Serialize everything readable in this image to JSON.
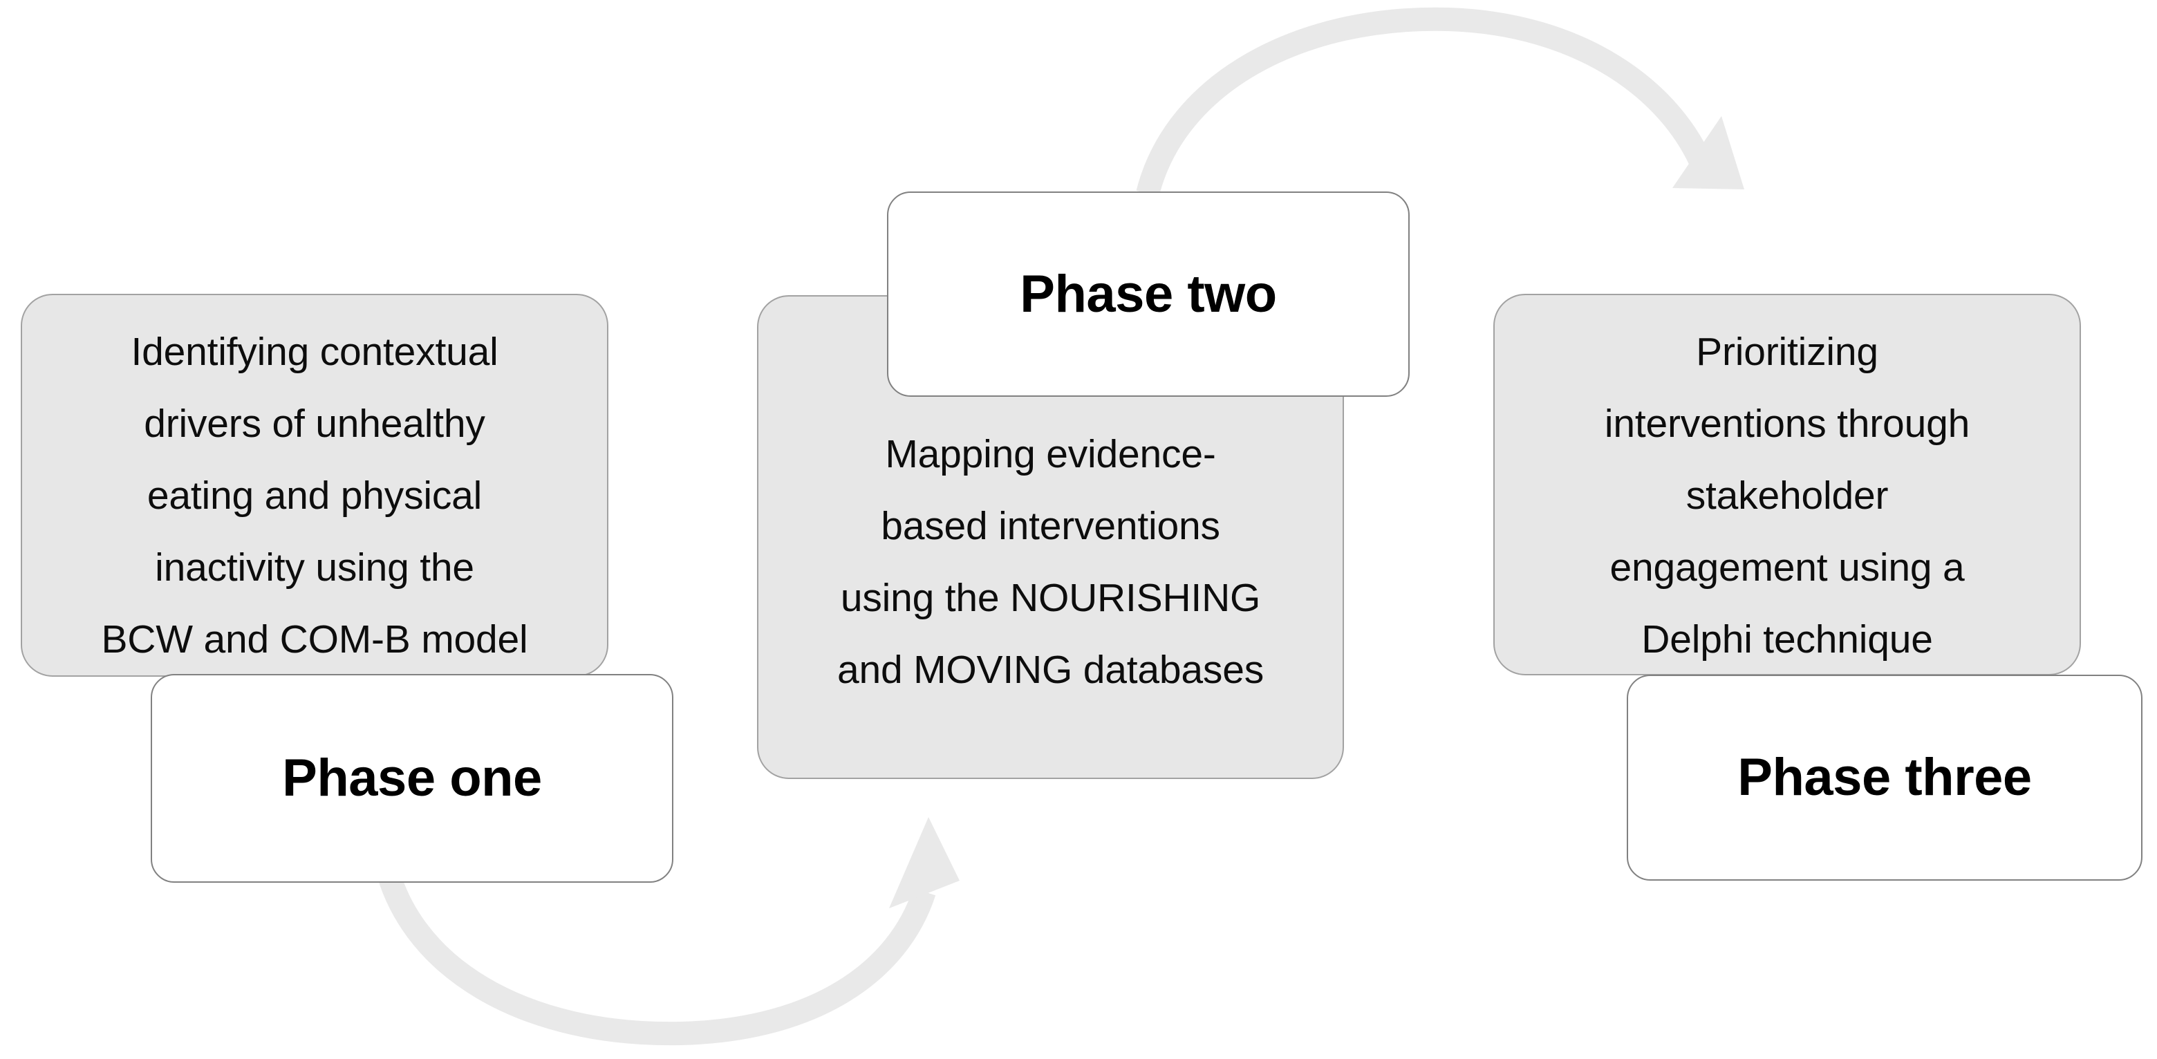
{
  "diagram": {
    "title": "Three-phase study design flow",
    "background_color": "#ffffff",
    "body_fill": "#e7e7e7",
    "body_border": "#a2a2a2",
    "label_fill": "#ffffff",
    "label_border": "#818181",
    "arrow_color": "#e9e9e9",
    "text_color": "#0d0d0d"
  },
  "phases": [
    {
      "id": "one",
      "label": "Phase one",
      "body": "Identifying contextual drivers of unhealthy eating and physical inactivity using the BCW and COM-B model",
      "body_lines": [
        "Identifying contextual",
        "drivers of unhealthy",
        "eating and physical",
        "inactivity using the",
        "BCW and COM-B model"
      ]
    },
    {
      "id": "two",
      "label": "Phase two",
      "body": "Mapping evidence-based interventions using the NOURISHING and MOVING databases",
      "body_lines": [
        "Mapping evidence-",
        "based interventions",
        "using the NOURISHING",
        "and MOVING databases"
      ]
    },
    {
      "id": "three",
      "label": "Phase three",
      "body": "Prioritizing interventions through stakeholder engagement using a Delphi technique",
      "body_lines": [
        "Prioritizing",
        "interventions through",
        "stakeholder",
        "engagement using a",
        "Delphi technique"
      ]
    }
  ],
  "arrows": [
    {
      "id": "one-to-two",
      "name": "arrow-phase-one-to-phase-two",
      "from": "Phase one",
      "to": "Phase two",
      "direction": "curve-below-left-to-right"
    },
    {
      "id": "two-to-three",
      "name": "arrow-phase-two-to-phase-three",
      "from": "Phase two",
      "to": "Phase three",
      "direction": "curve-above-left-to-right"
    }
  ]
}
